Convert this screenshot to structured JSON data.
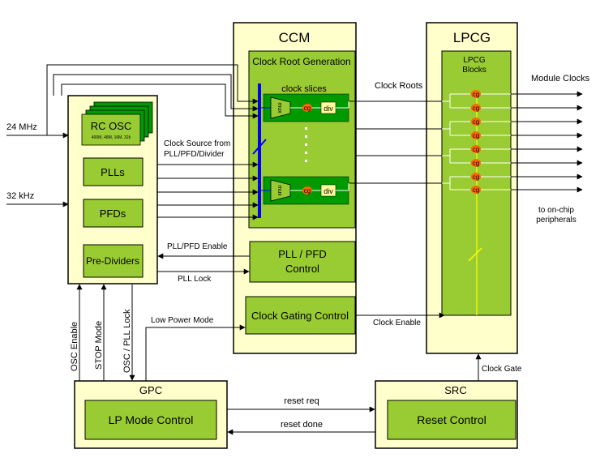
{
  "colors": {
    "outer_fill": "#ffffcc",
    "block_fill": "#99cc33",
    "slice_fill": "#009900",
    "cg_fill": "#ff6600",
    "div_fill": "#ffff99",
    "bus": "#0000ff",
    "lpcg_line": "#ffff00"
  },
  "ccm": {
    "title": "CCM",
    "root_gen": "Clock Root Generation",
    "slices": "clock slices",
    "mux": "mux",
    "cg": "cg",
    "div": "div",
    "pll_ctrl_1": "PLL / PFD",
    "pll_ctrl_2": "Control",
    "clock_gating": "Clock Gating Control"
  },
  "lpcg": {
    "title": "LPCG",
    "blocks_1": "LPCG",
    "blocks_2": "Blocks",
    "cg": "cg"
  },
  "osc": {
    "rc_osc": "RC OSC",
    "rc_sub": "400M, 48M, 16M, 32k",
    "plls": "PLLs",
    "pfds": "PFDs",
    "prediv": "Pre-Dividers"
  },
  "gpc": {
    "title": "GPC",
    "inner": "LP Mode Control"
  },
  "src": {
    "title": "SRC",
    "inner": "Reset Control"
  },
  "labels": {
    "mhz24": "24 MHz",
    "khz32": "32 kHz",
    "clock_source_1": "Clock Source from",
    "clock_source_2": "PLL/PFD/Divider",
    "clock_roots": "Clock Roots",
    "module_clocks": "Module Clocks",
    "to_onchip_1": "to on-chip",
    "to_onchip_2": "peripherals",
    "pll_pfd_enable": "PLL/PFD Enable",
    "pll_lock": "PLL Lock",
    "low_power_mode": "Low Power Mode",
    "clock_enable": "Clock Enable",
    "clock_gate": "Clock Gate",
    "osc_enable": "OSC Enable",
    "stop_mode": "STOP Mode",
    "osc_pll_lock": "OSC / PLL Lock",
    "reset_req": "reset req",
    "reset_done": "reset done"
  }
}
